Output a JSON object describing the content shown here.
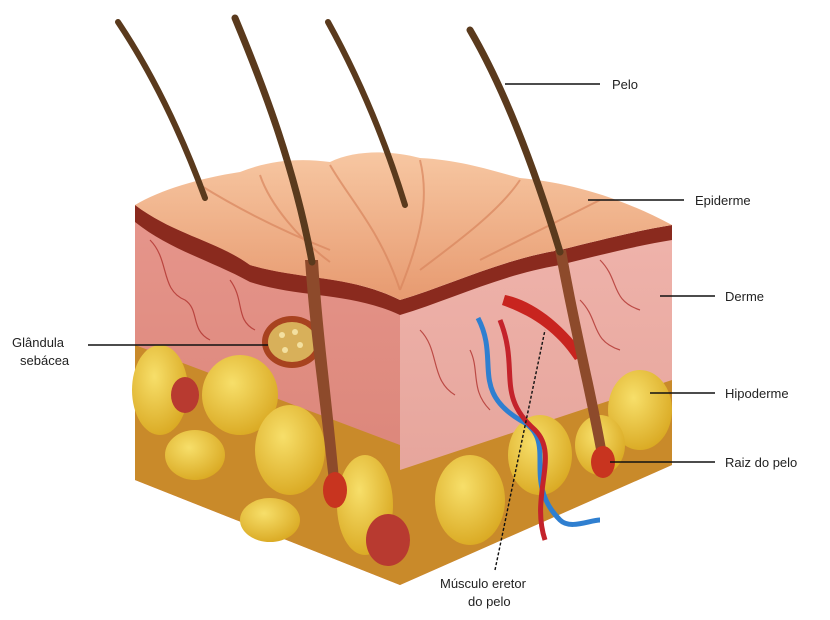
{
  "labels": {
    "pelo": "Pelo",
    "epiderme": "Epiderme",
    "derme": "Derme",
    "hipoderme": "Hipoderme",
    "raiz": "Raiz do pelo",
    "glandula_l1": "Glândula",
    "glandula_l2": "sebácea",
    "musculo_l1": "Músculo eretor",
    "musculo_l2": "do pelo"
  },
  "colors": {
    "skin_top": "#f2b48c",
    "skin_top_shadow": "#d98a63",
    "epidermis_edge": "#8a2a1e",
    "dermis": "#e7a39a",
    "dermis_dark": "#c96f66",
    "hypodermis_fat": "#e8c23a",
    "hypodermis_fat_dark": "#c79a1c",
    "hair": "#5a3a1d",
    "vein": "#2f7fd0",
    "artery": "#c4232b",
    "leader_line": "#111111"
  }
}
